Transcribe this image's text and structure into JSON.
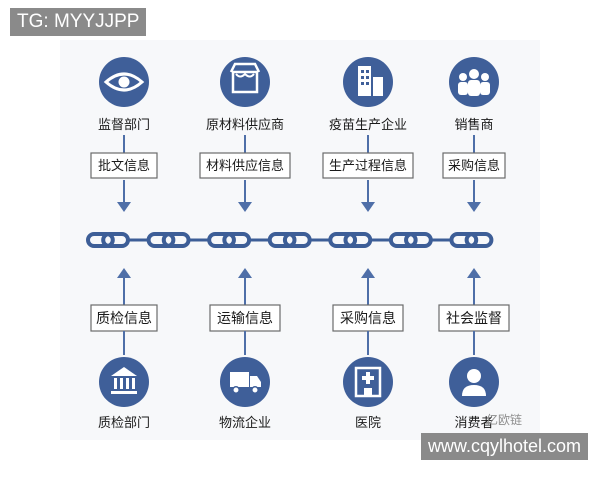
{
  "diagram": {
    "chain_count": 7,
    "colors": {
      "icon_fill": "#3f5f99",
      "chain_fill": "#3d5e97",
      "box_border": "#6b6b6b",
      "arrow": "#4f6fa8",
      "label_text": "#1a1a1a",
      "background": "#f7f8fa"
    },
    "top_nodes": [
      {
        "icon": "eye-icon",
        "label": "监督部门",
        "info": "批文信息"
      },
      {
        "icon": "storefront-icon",
        "label": "原材料供应商",
        "info": "材料供应信息"
      },
      {
        "icon": "building-icon",
        "label": "疫苗生产企业",
        "info": "生产过程信息"
      },
      {
        "icon": "people-icon",
        "label": "销售商",
        "info": "采购信息"
      }
    ],
    "bottom_nodes": [
      {
        "icon": "bank-icon",
        "label": "质检部门",
        "info": "质检信息"
      },
      {
        "icon": "truck-icon",
        "label": "物流企业",
        "info": "运输信息"
      },
      {
        "icon": "hospital-icon",
        "label": "医院",
        "info": "采购信息"
      },
      {
        "icon": "user-icon",
        "label": "消费者",
        "info": "社会监督"
      }
    ]
  },
  "watermarks": {
    "top_left": "TG: MYYJJPP",
    "bottom_right": "www.cqylhotel.com",
    "brand": "亿欧链"
  }
}
